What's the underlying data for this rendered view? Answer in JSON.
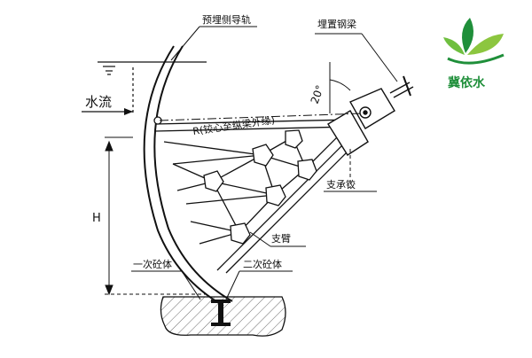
{
  "labels": {
    "embedded_guide_rail": "预埋侧导轨",
    "embedded_steel_beam": "埋置钢梁",
    "water_flow": "水流",
    "radius_note": "R(铰心至纵梁外缘)",
    "angle": "20°",
    "support_hinge": "支承铰",
    "height": "H",
    "support_arm": "支臂",
    "primary_concrete": "一次砼体",
    "secondary_concrete": "二次砼体"
  },
  "logo": {
    "text": "冀依水",
    "leaf_colors": [
      "#1f8f3a",
      "#8cc63f"
    ]
  },
  "colors": {
    "line": "#111111",
    "hatch": "#444444"
  }
}
